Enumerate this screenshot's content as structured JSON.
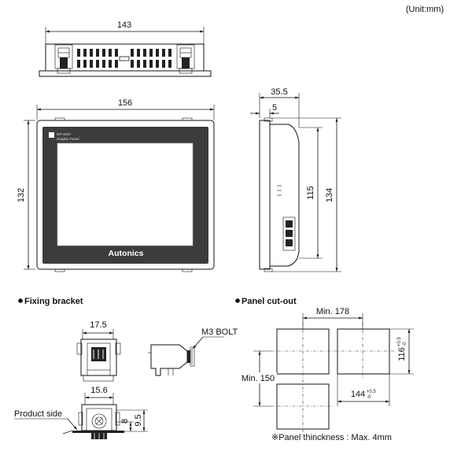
{
  "unit_label": "(Unit:mm)",
  "top_view": {
    "width_dim": "143"
  },
  "front_view": {
    "width_dim": "156",
    "height_dim": "132",
    "model_text": "GP-S057",
    "model_subtext": "Graphic Panel",
    "brand": "Autonics"
  },
  "side_view": {
    "depth_dim": "35.5",
    "front_depth_dim": "5",
    "inner_height_dim": "115",
    "outer_height_dim": "134"
  },
  "fixing_bracket": {
    "title": "Fixing bracket",
    "width_dim": "17.5",
    "bolt_label": "M3 BOLT",
    "bottom_width_dim": "15.6",
    "product_side_label": "Product side",
    "dim_8": "8",
    "dim_9_5": "9.5"
  },
  "panel_cutout": {
    "title": "Panel cut-out",
    "min_h_spacing": "Min. 178",
    "min_v_spacing": "Min. 150",
    "cut_height": "116",
    "cut_height_tol_plus": "+0.5",
    "cut_height_tol_minus": "-0",
    "cut_width": "144",
    "cut_width_tol_plus": "+0.5",
    "cut_width_tol_minus": "-0",
    "thickness_note": "※Panel thinckness : Max. 4mm"
  },
  "colors": {
    "line": "#111111",
    "screen_bezel": "#3c3c3c",
    "screen": "#ffffff"
  }
}
